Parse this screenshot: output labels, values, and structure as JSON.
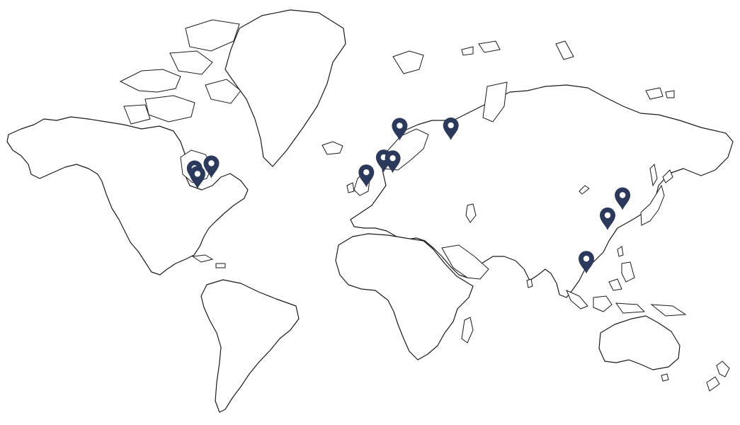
{
  "map": {
    "pin_color": "#2b3a5c",
    "land_fill": "#ffffff",
    "outline_color": "#1a1a1a",
    "markers": [
      {
        "id": "chicago",
        "icon": "map-pin-icon",
        "lon": -87.6,
        "lat": 41.9
      },
      {
        "id": "indianapolis",
        "icon": "map-pin-icon",
        "lon": -86.2,
        "lat": 39.8
      },
      {
        "id": "toronto",
        "icon": "map-pin-icon",
        "lon": -79.4,
        "lat": 43.7
      },
      {
        "id": "madrid",
        "icon": "map-pin-icon",
        "lon": -3.7,
        "lat": 40.4
      },
      {
        "id": "lyon",
        "icon": "map-pin-icon",
        "lon": 4.8,
        "lat": 45.8
      },
      {
        "id": "milan",
        "icon": "map-pin-icon",
        "lon": 9.2,
        "lat": 45.5
      },
      {
        "id": "copenhagen",
        "icon": "map-pin-icon",
        "lon": 12.6,
        "lat": 55.7
      },
      {
        "id": "moscow",
        "icon": "map-pin-icon",
        "lon": 37.6,
        "lat": 55.8
      },
      {
        "id": "shanghai",
        "icon": "map-pin-icon",
        "lon": 121.5,
        "lat": 31.2
      },
      {
        "id": "hong-kong",
        "icon": "map-pin-icon",
        "lon": 114.2,
        "lat": 22.3
      },
      {
        "id": "singapore",
        "icon": "map-pin-icon",
        "lon": 103.8,
        "lat": 1.35
      }
    ]
  }
}
